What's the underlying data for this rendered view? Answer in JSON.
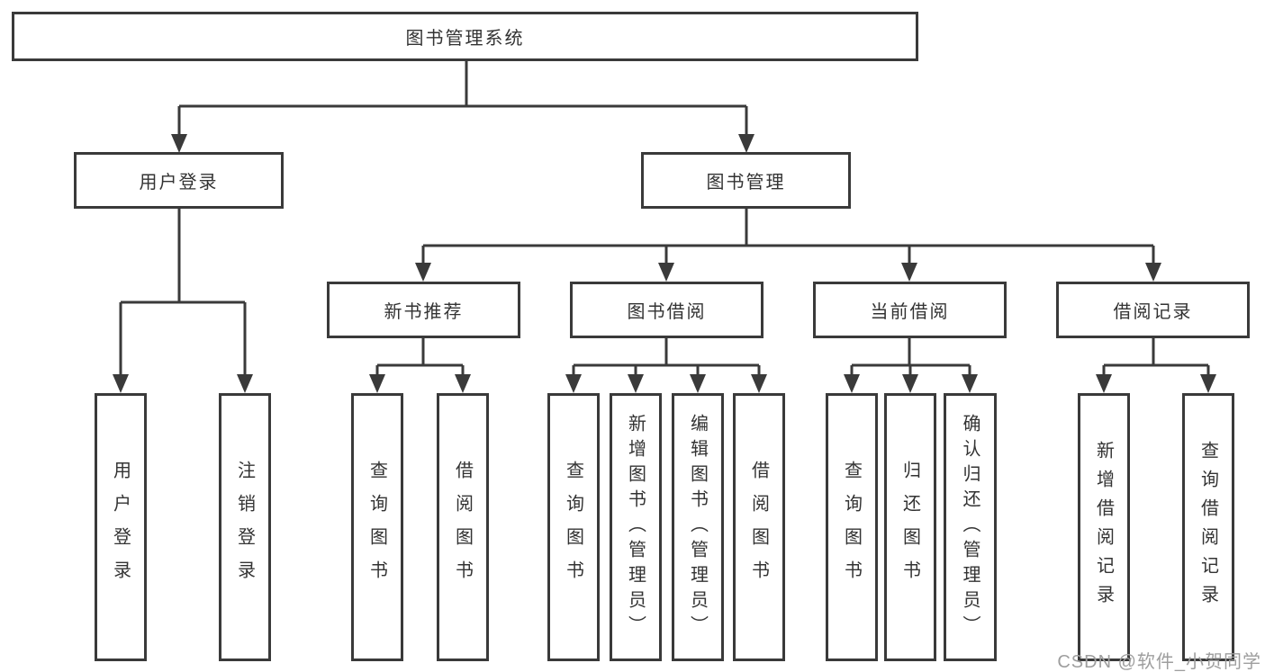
{
  "root": {
    "label": "图书管理系统"
  },
  "user_branch": {
    "label": "用户登录",
    "leaves": [
      {
        "label": "用户登录"
      },
      {
        "label": "注销登录"
      }
    ]
  },
  "book_branch": {
    "label": "图书管理",
    "groups": [
      {
        "label": "新书推荐",
        "leaves": [
          {
            "label": "查询图书"
          },
          {
            "label": "借阅图书"
          }
        ]
      },
      {
        "label": "图书借阅",
        "leaves": [
          {
            "label": "查询图书"
          },
          {
            "label": "新增图书（管理员）"
          },
          {
            "label": "编辑图书（管理员）"
          },
          {
            "label": "借阅图书"
          }
        ]
      },
      {
        "label": "当前借阅",
        "leaves": [
          {
            "label": "查询图书"
          },
          {
            "label": "归还图书"
          },
          {
            "label": "确认归还（管理员）"
          }
        ]
      },
      {
        "label": "借阅记录",
        "leaves": [
          {
            "label": "新增借阅记录"
          },
          {
            "label": "查询借阅记录"
          }
        ]
      }
    ]
  },
  "watermark": {
    "text": "CSDN @软件_小贺同学"
  },
  "colors": {
    "line": "#3a3a3a",
    "text": "#333333",
    "box_bg": "#ffffff",
    "watermark": "#9e9e9e"
  }
}
